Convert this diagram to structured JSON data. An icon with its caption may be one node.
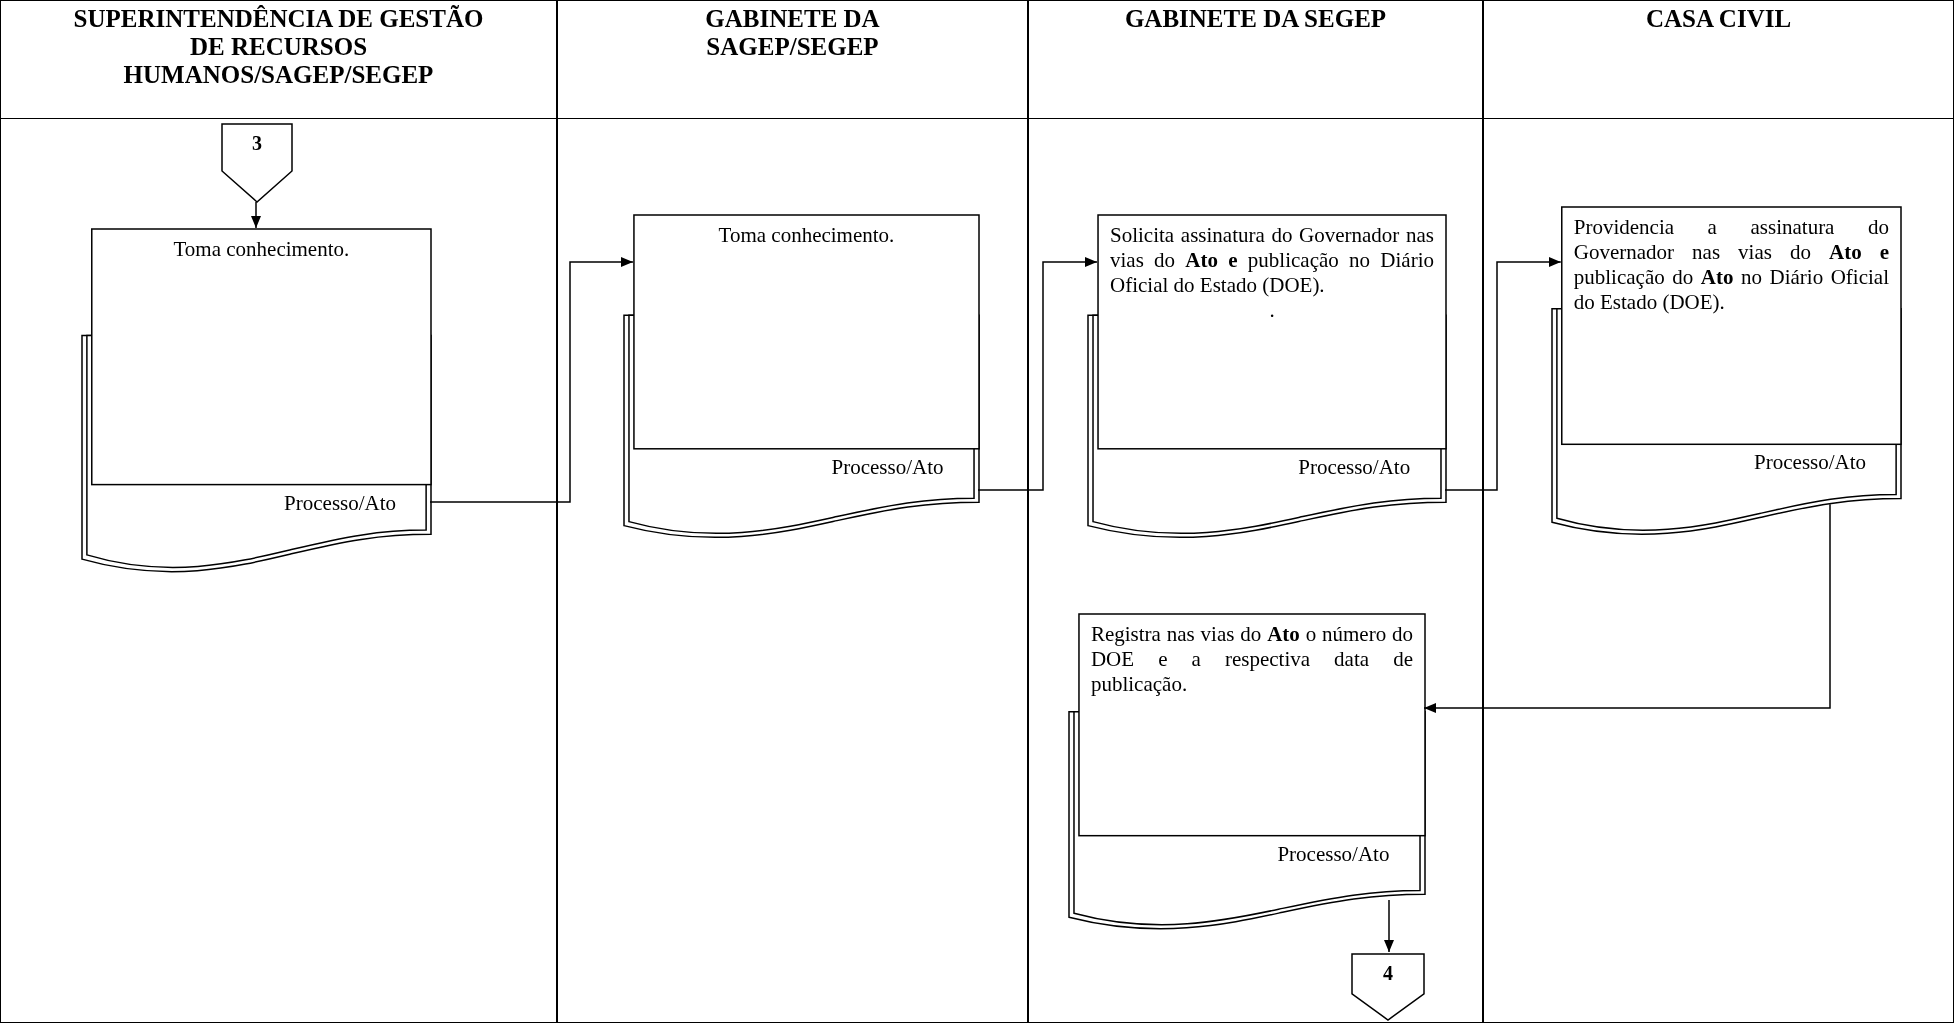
{
  "diagram": {
    "nodes": [
      {
        "text": [
          "SUPERINTENDÊNCIA DE GESTÃO DE RECURSOS HUMANOS/SAGEP/SEGEP"
        ]
      },
      {
        "text": [
          "GABINETE DA SAGEP/SEGEP"
        ]
      },
      {
        "text": [
          "GABINETE DA SEGEP"
        ]
      },
      {
        "text": [
          "CASA CIVIL"
        ]
      },
      {
        "text": [
          "3"
        ],
        "in": 0
      },
      {
        "text": [
          "Toma conhecimento.",
          "Processo/Ato"
        ],
        "in": 0
      },
      {
        "text": [
          "Toma conhecimento.",
          "Processo/Ato"
        ],
        "in": 1
      },
      {
        "text": [
          "Solicita assinatura do Governador nas vias do **Ato e** publicação no Diário Oficial do Estado (DOE).",
          ".",
          "Processo/Ato"
        ],
        "in": 2
      },
      {
        "text": [
          "Providencia a assinatura do Governador nas vias do **Ato e** publicação do **Ato** no Diário Oficial do Estado (DOE).",
          "Processo/Ato"
        ],
        "in": 3
      },
      {
        "text": [
          "Registra nas vias do **Ato** o número do DOE e a respectiva data de publicação.",
          "Processo/Ato"
        ],
        "in": 2
      },
      {
        "text": [
          "4"
        ],
        "in": 2
      }
    ],
    "edges": [
      {
        "from": 4,
        "to": 5,
        "arrow": "to"
      },
      {
        "from": 5,
        "to": 6,
        "arrow": "to"
      },
      {
        "from": 6,
        "to": 7,
        "arrow": "to"
      },
      {
        "from": 7,
        "to": 8,
        "arrow": "to"
      },
      {
        "from": 8,
        "to": 9,
        "arrow": "to"
      },
      {
        "from": 9,
        "to": 10,
        "arrow": "to"
      }
    ]
  }
}
